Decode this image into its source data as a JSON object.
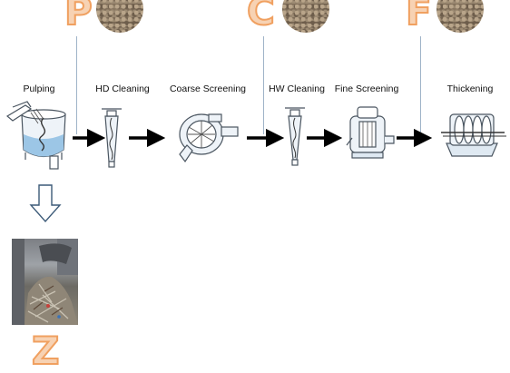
{
  "sample_markers": [
    {
      "letter": "P"
    },
    {
      "letter": "C"
    },
    {
      "letter": "F"
    }
  ],
  "process_steps": [
    {
      "label": "Pulping"
    },
    {
      "label": "HD Cleaning"
    },
    {
      "label": "Coarse Screening"
    },
    {
      "label": "HW Cleaning"
    },
    {
      "label": "Fine Screening"
    },
    {
      "label": "Thickening"
    }
  ],
  "reject_marker": {
    "letter": "Z"
  },
  "colors": {
    "letter_fill": "#f7d2b3",
    "letter_stroke": "#f0a060",
    "equipment_stroke": "#4a5560",
    "equipment_fill": "#dfe9f2",
    "water": "#9cc6e6",
    "arrow": "#000000",
    "drop_line": "#9fb3c8"
  }
}
